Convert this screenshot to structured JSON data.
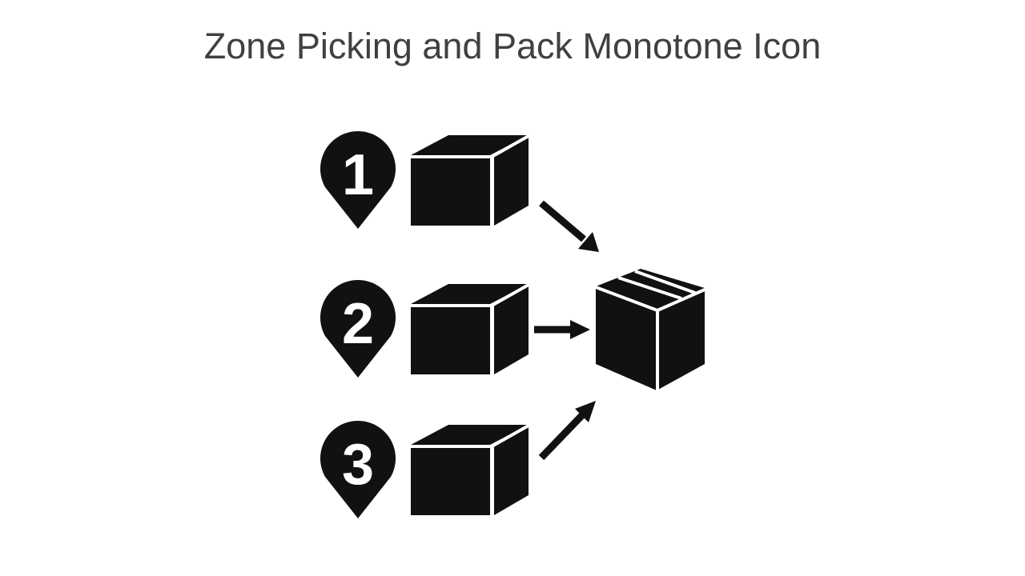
{
  "slide": {
    "title": "Zone Picking and Pack Monotone Icon"
  },
  "zones": [
    {
      "number": "1"
    },
    {
      "number": "2"
    },
    {
      "number": "3"
    }
  ],
  "colors": {
    "icon_fill": "#111111",
    "title_text": "#404040",
    "background": "#ffffff"
  }
}
